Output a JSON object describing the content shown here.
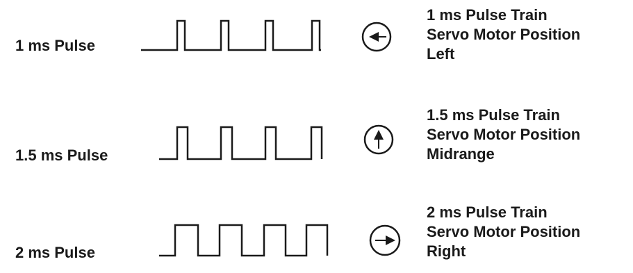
{
  "rows": [
    {
      "id": "1ms",
      "pulse_label": "1 ms Pulse",
      "caption": [
        "1 ms Pulse Train",
        "Servo Motor Position",
        "Left"
      ],
      "arrow_direction": "left"
    },
    {
      "id": "1_5ms",
      "pulse_label": "1.5 ms Pulse",
      "caption": [
        "1.5 ms Pulse Train",
        "Servo Motor Position",
        "Midrange"
      ],
      "arrow_direction": "up"
    },
    {
      "id": "2ms",
      "pulse_label": "2 ms Pulse",
      "caption": [
        "2 ms Pulse Train",
        "Servo Motor Position",
        "Right"
      ],
      "arrow_direction": "right"
    }
  ],
  "colors": {
    "line": "#1a1a1a",
    "background": "#ffffff"
  }
}
